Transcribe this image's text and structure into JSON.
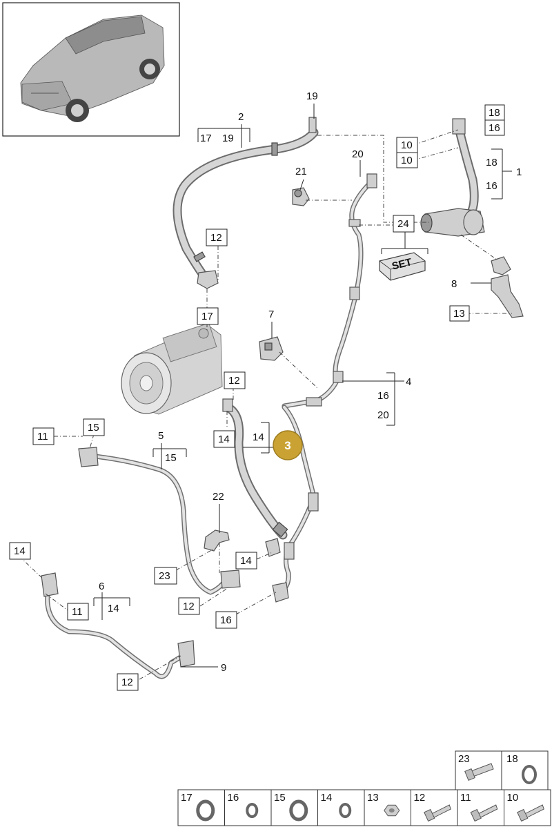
{
  "callouts": {
    "c1": "1",
    "c2": "2",
    "c4": "4",
    "c5": "5",
    "c6": "6",
    "c7": "7",
    "c8": "8",
    "c9": "9",
    "c19": "19",
    "c20": "20",
    "c21": "21",
    "c22": "22"
  },
  "badge": {
    "value": "3",
    "color": "#c9a233"
  },
  "set_label": "SET",
  "refs": {
    "r2a": "17",
    "r2b": "19",
    "r1a": "18",
    "r1b": "16",
    "r4a": "16",
    "r4b": "20",
    "r5a": "15",
    "r6a": "14",
    "r3a": "14",
    "b18": "18",
    "b16a": "16",
    "b10a": "10",
    "b10b": "10",
    "b24": "24",
    "b12a": "12",
    "b17": "17",
    "b13": "13",
    "b12b": "12",
    "b14a": "14",
    "b11a": "11",
    "b15": "15",
    "b14b": "14",
    "b11b": "11",
    "b23": "23",
    "b14c": "14",
    "b12c": "12",
    "b16b": "16",
    "b12d": "12"
  },
  "legend_top": [
    {
      "num": "23",
      "icon": "bolt-icon"
    },
    {
      "num": "18",
      "icon": "o-ring-icon"
    }
  ],
  "legend_bottom": [
    {
      "num": "17",
      "icon": "o-ring-icon"
    },
    {
      "num": "16",
      "icon": "o-ring-icon"
    },
    {
      "num": "15",
      "icon": "o-ring-icon"
    },
    {
      "num": "14",
      "icon": "o-ring-icon"
    },
    {
      "num": "13",
      "icon": "nut-icon"
    },
    {
      "num": "12",
      "icon": "bolt-icon"
    },
    {
      "num": "11",
      "icon": "bolt-icon"
    },
    {
      "num": "10",
      "icon": "bolt-icon"
    }
  ]
}
